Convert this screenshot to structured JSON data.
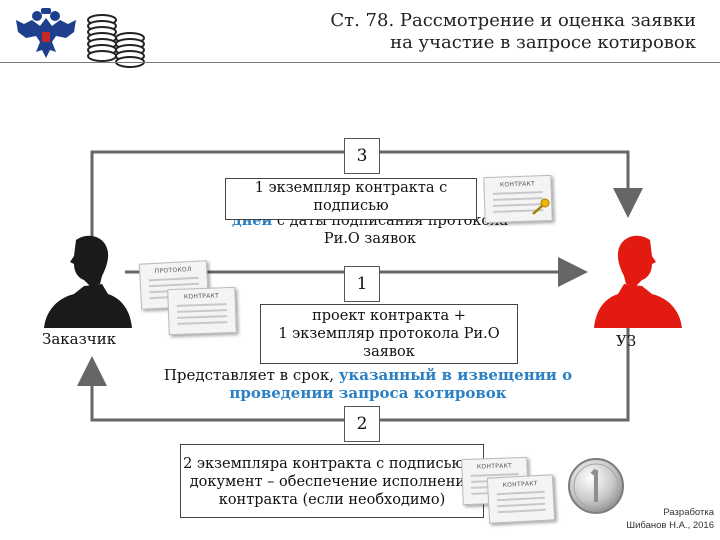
{
  "header": {
    "title_line1": "Ст. 78. Рассмотрение и оценка заявки",
    "title_line2": "на участие в запросе котировок"
  },
  "actors": {
    "customer_label": "Заказчик",
    "participant_label": "УЗ"
  },
  "steps": {
    "step1": {
      "number": "1",
      "text_line1": "проект контракта +",
      "text_line2": "1 экземпляр протокола Ри.О",
      "text_line3": "заявок"
    },
    "step2": {
      "number": "2",
      "text_line1": "2 экземпляра контракта с подписью +",
      "text_line2": "документ – обеспечение исполнения",
      "text_line3": "контракта (если необходимо)"
    },
    "step3": {
      "number": "3",
      "text_line1": "1 экземпляр контракта с",
      "text_line2": "подписью"
    }
  },
  "notes": {
    "top_partial_blue": "дней",
    "top_partial_rest": " с даты подписания протокола",
    "top_line2": "Ри.О заявок",
    "middle_prefix": "Представляет в срок, ",
    "middle_blue": "указанный в извещении о",
    "middle_line2_blue": "проведении запроса котировок"
  },
  "documents": {
    "protocol": "ПРОТОКОЛ",
    "contract": "КОНТРАКТ"
  },
  "credit": {
    "line1": "Разработка",
    "line2": "Шибанов Н.А., 2016"
  },
  "colors": {
    "customer": "#1a1a1a",
    "participant": "#e31a12",
    "highlight": "#2b7fc4"
  }
}
